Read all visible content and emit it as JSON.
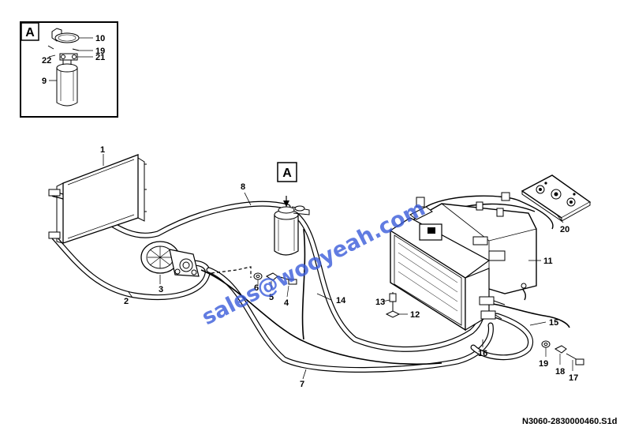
{
  "inset": {
    "callout": "A",
    "labels": [
      "10",
      "19",
      "21",
      "22",
      "9"
    ]
  },
  "callout_main": "A",
  "part_labels": {
    "p1": "1",
    "p2": "2",
    "p3": "3",
    "p4": "4",
    "p5": "5",
    "p6": "6",
    "p7": "7",
    "p8": "8",
    "p11": "11",
    "p12": "12",
    "p13": "13",
    "p14": "14",
    "p15": "15",
    "p16": "16",
    "p17": "17",
    "p18": "18",
    "p19": "19",
    "p20": "20"
  },
  "watermark": "sales@wooyeah.com",
  "drawing_code": "N3060-2830000460.S1d"
}
